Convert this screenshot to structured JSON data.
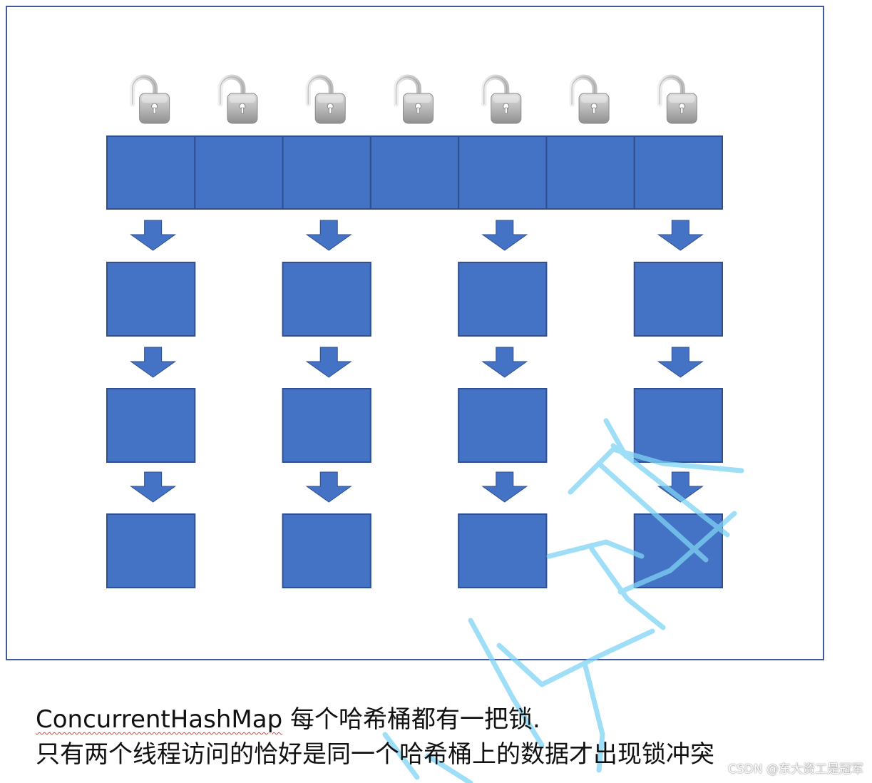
{
  "diagram": {
    "lock_count": 7,
    "bucket_count": 7,
    "chains": [
      {
        "bucket": 0,
        "nodes": 3
      },
      {
        "bucket": 2,
        "nodes": 3
      },
      {
        "bucket": 4,
        "nodes": 3
      },
      {
        "bucket": 6,
        "nodes": 3
      }
    ],
    "colors": {
      "frame": "#3f5a9e",
      "bucket_fill": "#4472c4",
      "bucket_stroke": "#2f4f8f",
      "arrow": "#4472c4",
      "lock_body": "#b8b8b8",
      "lock_shackle": "#d4d4d4",
      "watermark": "#7fd3f5"
    }
  },
  "caption": {
    "line1_term": "ConcurrentHashMap",
    "line1_rest": " 每个哈希桶都有一把锁.",
    "line2": "只有两个线程访问的恰好是同一个哈希桶上的数据才出现锁冲突"
  },
  "footer": {
    "source_mark": "CSDN @东大资工是冠军"
  }
}
